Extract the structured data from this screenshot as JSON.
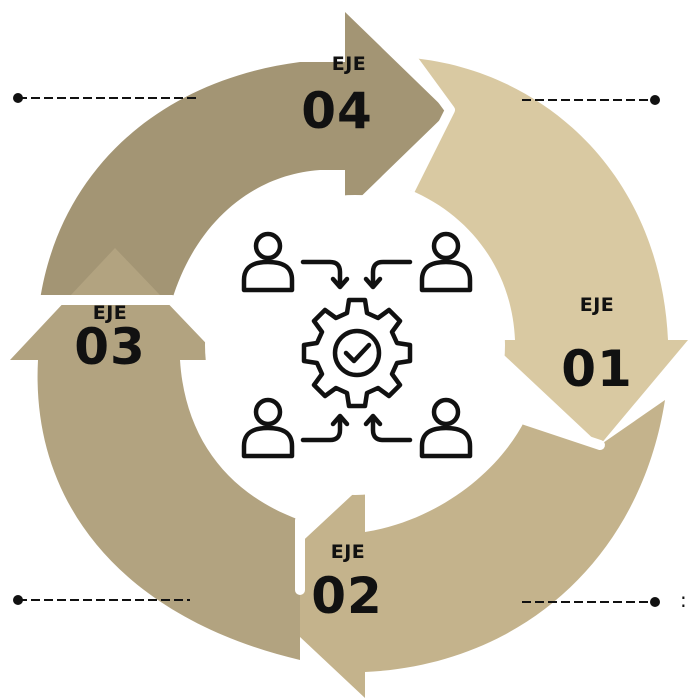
{
  "colors": {
    "segment_01": "#d9c9a2",
    "segment_02": "#c4b38c",
    "segment_03": "#b2a380",
    "segment_04": "#a39574",
    "icon_stroke": "#111111",
    "connector": "#111111",
    "background": "#ffffff"
  },
  "segments": [
    {
      "id": "01",
      "label": "EJE",
      "number": "01"
    },
    {
      "id": "02",
      "label": "EJE",
      "number": "02"
    },
    {
      "id": "03",
      "label": "EJE",
      "number": "03"
    },
    {
      "id": "04",
      "label": "EJE",
      "number": "04"
    }
  ],
  "center_icon": {
    "name": "team-collaboration-gear-check",
    "parts": [
      "user-icon",
      "user-icon",
      "user-icon",
      "user-icon",
      "gear-icon",
      "checkmark-icon",
      "arrow-icon"
    ]
  },
  "stray_text": ":"
}
